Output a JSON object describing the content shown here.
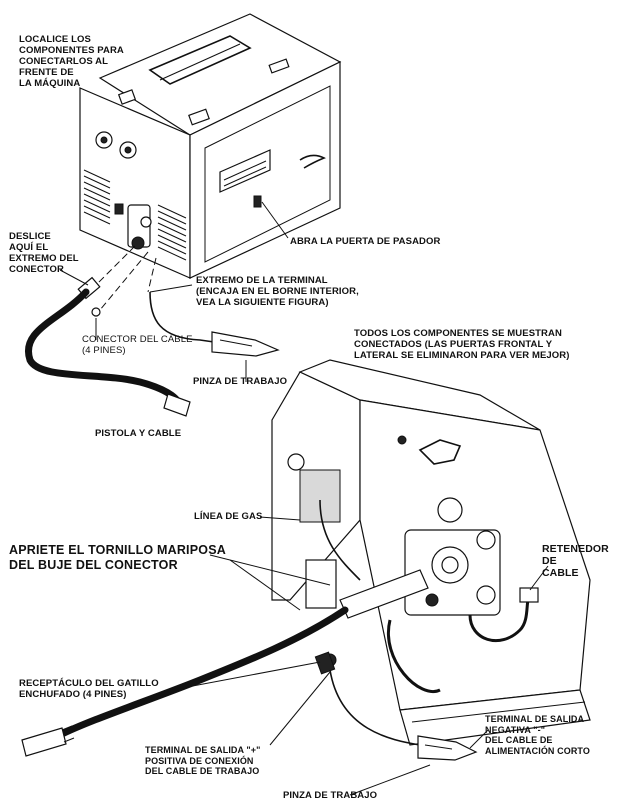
{
  "labels": {
    "locate": [
      "LOCALICE LOS",
      "COMPONENTES PARA",
      "CONECTARLOS AL",
      "FRENTE DE",
      "LA MÁQUINA"
    ],
    "open_door": "ABRA LA PUERTA DE PASADOR",
    "slide_here": [
      "DESLICE",
      "AQUÍ EL",
      "EXTREMO DEL",
      "CONECTOR"
    ],
    "terminal_end": [
      "EXTREMO DE LA TERMINAL",
      "(ENCAJA EN EL BORNE INTERIOR,",
      "VEA LA SIGUIENTE FIGURA)"
    ],
    "cable_connector": [
      "CONECTOR DEL CABLE",
      "(4 PINES)"
    ],
    "work_clamp_1": "PINZA DE TRABAJO",
    "all_components": [
      "TODOS LOS COMPONENTES SE MUESTRAN",
      "CONECTADOS (LAS PUERTAS FRONTAL Y",
      "LATERAL SE ELIMINARON PARA VER MEJOR)"
    ],
    "gun_cable": "PISTOLA Y CABLE",
    "gas_line": "LÍNEA DE GAS",
    "tighten": [
      "APRIETE EL TORNILLO MARIPOSA",
      "DEL BUJE DEL CONECTOR"
    ],
    "retainer": [
      "RETENEDOR",
      "DE",
      "CABLE"
    ],
    "trigger_receptacle": [
      "RECEPTÁCULO DEL GATILLO",
      "ENCHUFADO (4 PINES)"
    ],
    "negative_terminal": [
      "TERMINAL DE SALIDA",
      "NEGATIVA \"-\"",
      "DEL CABLE DE",
      "ALIMENTACIÓN CORTO"
    ],
    "positive_terminal": [
      "TERMINAL DE SALIDA \"+\"",
      "POSITIVA DE CONEXIÓN",
      "DEL CABLE DE TRABAJO"
    ],
    "work_clamp_2": "PINZA DE TRABAJO"
  }
}
